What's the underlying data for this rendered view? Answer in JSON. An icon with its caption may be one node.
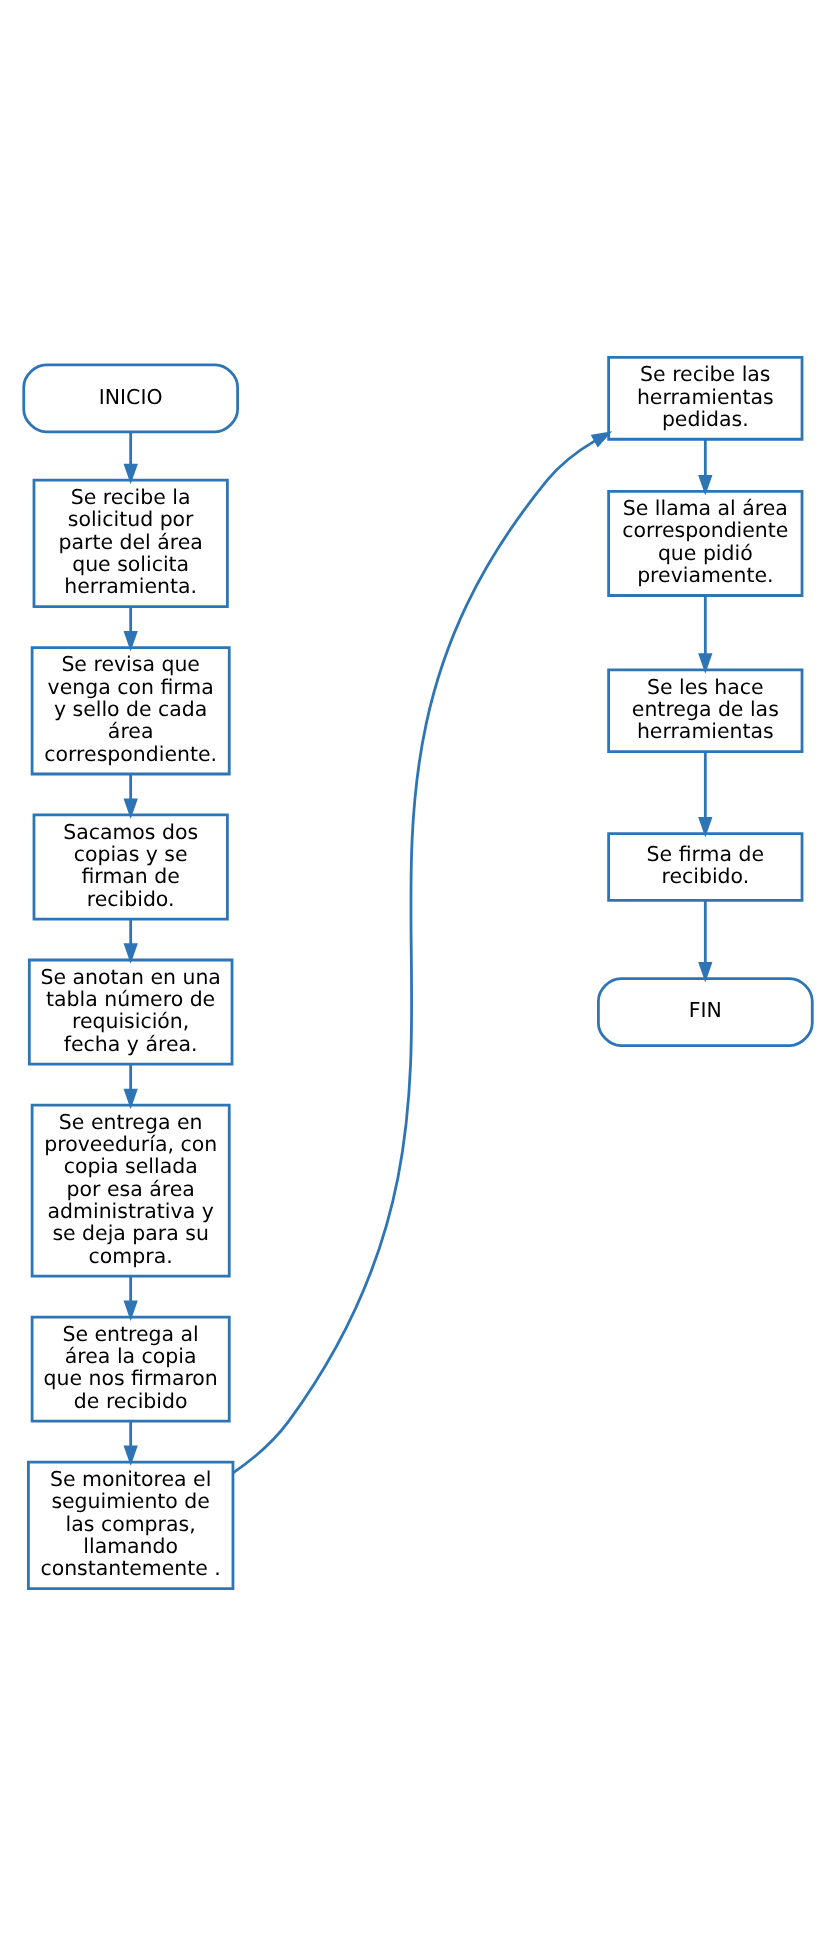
{
  "diagram": {
    "nodes": [
      {
        "text": [
          "INICIO"
        ]
      },
      {
        "text": [
          "Se recibe la solicitud por parte del área que solicita herramienta."
        ]
      },
      {
        "text": [
          "Se revisa que venga con firma y sello de cada área correspondiente."
        ]
      },
      {
        "text": [
          "Sacamos dos copias y se firman de recibido."
        ]
      },
      {
        "text": [
          "Se anotan en una tabla número de requisición, fecha y área."
        ]
      },
      {
        "text": [
          "Se entrega en proveeduría, con copia sellada por esa área administrativa y se deja para su compra."
        ]
      },
      {
        "text": [
          "Se entrega al área la copia que nos firmaron de recibido"
        ]
      },
      {
        "text": [
          "Se monitorea el seguimiento de las compras, llamando constantemente ."
        ]
      },
      {
        "text": [
          "Se recibe las herramientas pedidas."
        ]
      },
      {
        "text": [
          "Se llama al área correspondiente que pidió previamente."
        ]
      },
      {
        "text": [
          "Se les hace entrega de las herramientas"
        ]
      },
      {
        "text": [
          "Se firma de recibido."
        ]
      },
      {
        "text": [
          "FIN"
        ]
      }
    ],
    "edges": [
      {
        "from": 0,
        "to": 1,
        "arrow": "to"
      },
      {
        "from": 1,
        "to": 2,
        "arrow": "to"
      },
      {
        "from": 2,
        "to": 3,
        "arrow": "to"
      },
      {
        "from": 3,
        "to": 4,
        "arrow": "to"
      },
      {
        "from": 4,
        "to": 5,
        "arrow": "to"
      },
      {
        "from": 5,
        "to": 6,
        "arrow": "to"
      },
      {
        "from": 6,
        "to": 7,
        "arrow": "to"
      },
      {
        "from": 7,
        "to": 8,
        "arrow": "to"
      },
      {
        "from": 8,
        "to": 9,
        "arrow": "to"
      },
      {
        "from": 9,
        "to": 10,
        "arrow": "to"
      },
      {
        "from": 10,
        "to": 11,
        "arrow": "to"
      },
      {
        "from": 11,
        "to": 12,
        "arrow": "to"
      }
    ]
  }
}
